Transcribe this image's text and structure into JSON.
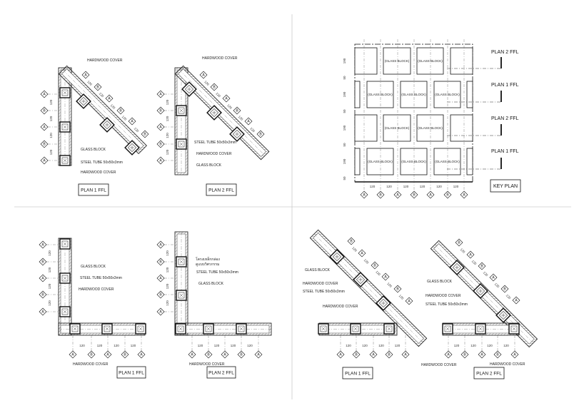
{
  "sheet": {
    "drawings": [
      {
        "id": "tl1",
        "title": "PLAN 1 FFL",
        "labels": [
          "HARDWOOD COVER",
          "GLASS BLOCK",
          "STEEL TUBE 50x50x3mm",
          "HARDWOOD COVER"
        ],
        "grid_left": [
          "A",
          "B",
          "A",
          "B",
          "A"
        ],
        "grid_diag": [
          "A",
          "B",
          "A",
          "B",
          "A",
          "B"
        ],
        "dim": "120"
      },
      {
        "id": "tl2",
        "title": "PLAN 2 FFL",
        "labels": [
          "HARDWOOD COVER",
          "STEEL TUBE 50x50x3mm",
          "HARDWOOD COVER",
          "GLASS BLOCK"
        ],
        "grid_left": [
          "A",
          "B",
          "A",
          "B",
          "A"
        ],
        "grid_diag": [
          "A",
          "B",
          "A",
          "B",
          "A",
          "B"
        ],
        "dim": "120"
      },
      {
        "id": "bl1",
        "title": "PLAN 1 FFL",
        "labels": [
          "GLASS BLOCK",
          "STEEL TUBE 50x50x3mm",
          "HARDWOOD COVER",
          "HARDWOOD COVER"
        ],
        "grid_left": [
          "A",
          "B",
          "A",
          "B",
          "A"
        ],
        "grid_bottom": [
          "A",
          "B",
          "A",
          "B",
          "A"
        ],
        "dim": "120"
      },
      {
        "id": "bl2",
        "title": "PLAN 2 FFL",
        "labels": [
          "โครงเหล็กกล่อง",
          "ดูแบบวิศวกรรม",
          "STEEL TUBE 50x50x3mm",
          "GLASS BLOCK",
          "HARDWOOD COVER"
        ],
        "grid_left": [
          "A",
          "B",
          "A",
          "B",
          "A"
        ],
        "grid_bottom": [
          "A",
          "B",
          "A",
          "B",
          "A"
        ],
        "dim": "120"
      },
      {
        "id": "br1",
        "title": "PLAN 1 FFL",
        "labels": [
          "GLASS BLOCK",
          "HARDWOOD COVER",
          "STEEL TUBE 50x50x3mm",
          "HARDWOOD COVER",
          "HARDWOOD COVER"
        ],
        "grid_diag": [
          "B",
          "A",
          "B",
          "A",
          "B",
          "A"
        ],
        "grid_bottom": [
          "A",
          "B",
          "A",
          "B",
          "A"
        ],
        "dim": "120"
      },
      {
        "id": "br2",
        "title": "PLAN 2 FFL",
        "labels": [
          "GLASS BLOCK",
          "HARDWOOD COVER",
          "STEEL TUBE 50x50x3mm",
          "HARDWOOD COVER"
        ],
        "grid_diag": [
          "B",
          "A",
          "B",
          "A",
          "B",
          "A"
        ],
        "grid_bottom": [
          "A",
          "B",
          "A",
          "B",
          "A"
        ],
        "dim": "120"
      }
    ],
    "key_plan": {
      "title": "KEY PLAN",
      "glass_block": "GLASS BLOCK",
      "section_labels": [
        "PLAN 2 FFL",
        "PLAN 1 FFL",
        "PLAN 2 FFL",
        "PLAN 1 FFL"
      ],
      "grid_bottom": [
        "A",
        "B",
        "A",
        "B",
        "A",
        "B",
        "A"
      ],
      "dim_x": "120",
      "dim_row": "190",
      "dim_gap": "50"
    }
  }
}
